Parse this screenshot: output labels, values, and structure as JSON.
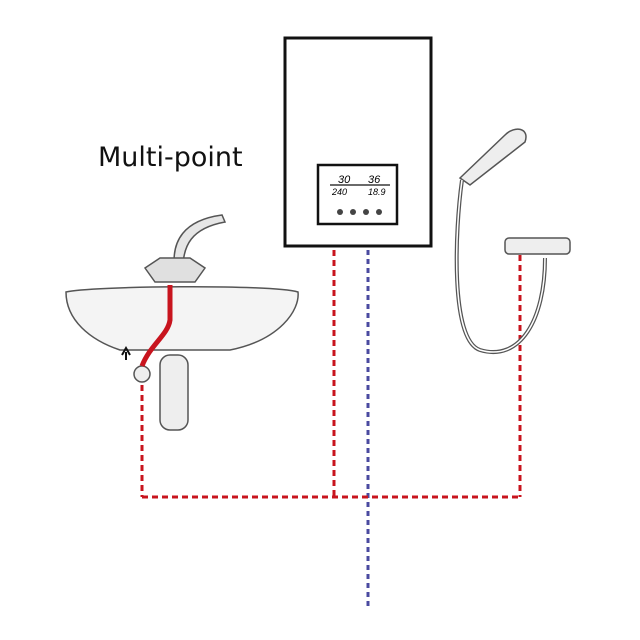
{
  "title": "Multi-point",
  "display": {
    "top_left": "30",
    "top_right": "36",
    "bottom_left": "240",
    "bottom_right": "18.9"
  },
  "colors": {
    "hot_water": "#c8141e",
    "cold_water": "#4a4aa0",
    "outline": "#111111"
  }
}
